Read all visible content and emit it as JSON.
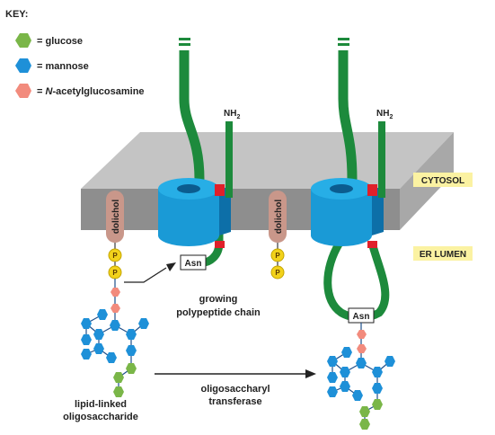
{
  "key": {
    "title": "KEY:",
    "items": [
      {
        "label": "= glucose",
        "color": "#7ab648",
        "icon": "green-hexagon-icon"
      },
      {
        "label": "= mannose",
        "color": "#1e90d8",
        "icon": "blue-hexagon-icon"
      },
      {
        "label_prefix": "= ",
        "label_italic": "N",
        "label_suffix": "-acetylglucosamine",
        "color": "#f28b7d",
        "icon": "pink-hexagon-icon"
      }
    ]
  },
  "compartments": {
    "cytosol": "CYTOSOL",
    "er_lumen": "ER LUMEN"
  },
  "labels": {
    "dolichol": "dolichol",
    "phosphate": "P",
    "nh2": "NH",
    "nh2_sub": "2",
    "asn": "Asn",
    "growing_chain": [
      "growing",
      "polypeptide chain"
    ],
    "lipid_linked": [
      "lipid-linked",
      "oligosaccharide"
    ],
    "transferase": [
      "oligosaccharyl",
      "transferase"
    ]
  },
  "colors": {
    "membrane_top": "#bdbdbd",
    "membrane_front": "#8f8f8f",
    "chain": "#1d8a3c",
    "transporter": "#1a9ad6",
    "transporter_dark": "#0d6fa8",
    "dolichol": "#c9978a",
    "phosphate": "#f2d21b",
    "compartment_bg": "#fbf2a2"
  }
}
